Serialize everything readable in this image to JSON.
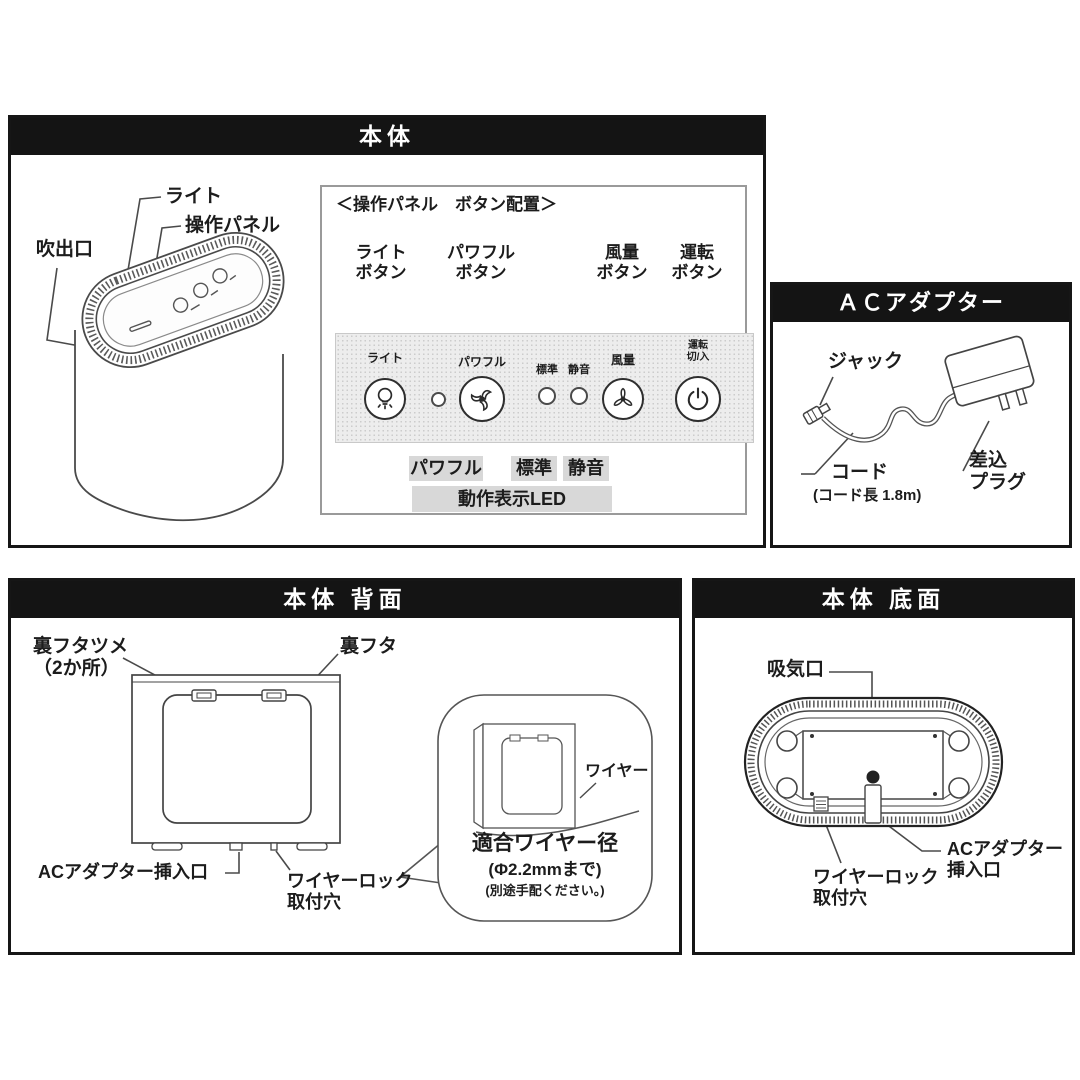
{
  "panels": {
    "main": {
      "title": "本体",
      "callouts": {
        "light": "ライト",
        "control_panel": "操作パネル",
        "outlet": "吹出口"
      },
      "layout_box": {
        "title": "＜操作パネル　ボタン配置＞",
        "button_labels": [
          {
            "line1": "ライト",
            "line2": "ボタン"
          },
          {
            "line1": "パワフル",
            "line2": "ボタン"
          },
          {
            "line1": "風量",
            "line2": "ボタン"
          },
          {
            "line1": "運転",
            "line2": "ボタン"
          }
        ],
        "strip": {
          "light": "ライト",
          "powerful": "パワフル",
          "standard": "標準",
          "quiet": "静音",
          "fan": "風量",
          "power_line1": "運転",
          "power_line2": "切/入"
        },
        "led_tags": {
          "powerful": "パワフル",
          "standard": "標準",
          "quiet": "静音"
        },
        "led_caption": "動作表示LED"
      }
    },
    "ac_adapter": {
      "title": "ＡＣアダプター",
      "callouts": {
        "jack": "ジャック",
        "cord": "コード",
        "cord_length": "(コード長 1.8m)",
        "plug_line1": "差込",
        "plug_line2": "プラグ"
      }
    },
    "rear": {
      "title": "本体 背面",
      "callouts": {
        "tab_line1": "裏フタツメ",
        "tab_line2": "（2か所）",
        "cover": "裏フタ",
        "ac_inlet": "ACアダプター挿入口",
        "wire_line1": "ワイヤーロック",
        "wire_line2": "取付穴"
      },
      "bubble": {
        "wire": "ワイヤー",
        "title": "適合ワイヤー径",
        "size": "(Φ2.2mmまで)",
        "note": "(別途手配ください。)"
      }
    },
    "bottom": {
      "title": "本体 底面",
      "callouts": {
        "intake": "吸気口",
        "wire_line1": "ワイヤーロック",
        "wire_line2": "取付穴",
        "ac_line1": "ACアダプター",
        "ac_line2": "挿入口"
      }
    }
  },
  "icons": {
    "light_button": "light-bulb-icon",
    "powerful_button": "fan-swirl-icon",
    "fan_button": "fan-blade-icon",
    "power_button": "power-icon"
  },
  "colors": {
    "header_bg": "#141414",
    "header_text": "#ffffff",
    "strip_bg": "#ededed",
    "tag_bg": "#d8d8d8",
    "line": "#3a3a3a"
  }
}
